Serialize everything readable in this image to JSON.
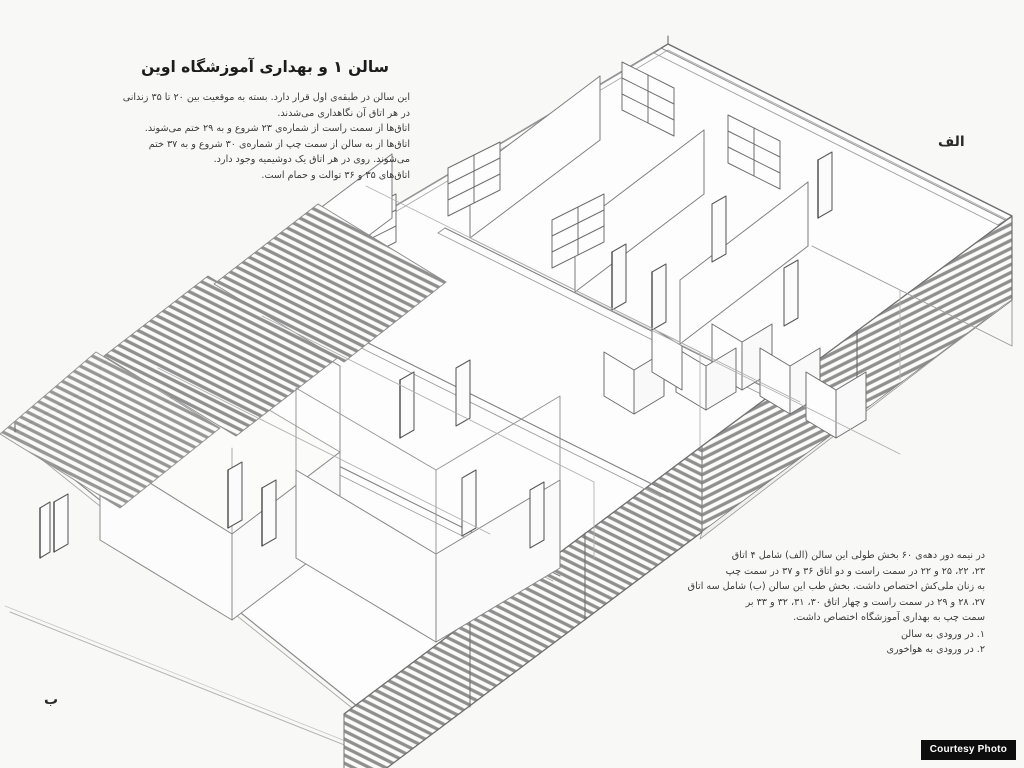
{
  "document": {
    "title": "سالن ۱ و بهداری آموزشگاه اوین",
    "intro_lines": [
      "این سالن در طبقه‌ی اول قرار دارد. بسته به موقعیت بین ۲۰ تا ۳۵ زندانی",
      "در هر اتاق آن نگاهداری می‌شدند.",
      "اتاق‌ها از سمت راست از شماره‌ی ۲۳ شروع و به ۲۹ ختم می‌شوند.",
      "اتاق‌ها از به سالن از سمت چپ از شماره‌ی ۳۰ شروع و به ۳۷ ختم",
      "می‌شوند. روی در هر اتاق یک دوشیمیه وجود دارد.",
      "اتاق‌های ۳۵ و ۳۶ توالت و حمام است."
    ],
    "note_lines": [
      "در نیمه دور دهه‌ی ۶۰ بخش طولی این سالن (الف) شامل ۴ اتاق",
      "۲۳، ۲۲، ۲۵ و ۲۲ در سمت راست و دو اتاق ۳۶ و ۳۷ در سمت چپ",
      "به زنان ملی‌کش اختصاص داشت. بخش طب این سالن (ب) شامل سه اتاق",
      "۲۷، ۲۸ و ۲۹ در سمت راست و چهار اتاق ۳۰، ۳۱، ۳۲ و ۳۳ بر",
      "سمت چپ به بهداری آموزشگاه اختصاص داشت."
    ],
    "legend_items": [
      "۱. در ورودی به سالن",
      "۲. در ورودی به هواخوری"
    ],
    "corner_label_a": "الف",
    "corner_label_b": "ب"
  },
  "watermark": {
    "text": "Courtesy Photo"
  },
  "drawing": {
    "type": "isometric-architectural-plan",
    "description": "Isometric cutaway line drawing of a single-storey prison hall with rooms, doorways, bunk shelving units and louvered ventilation walls.",
    "line_color": "#777777",
    "accent_line_color": "#3d3d3d",
    "background_color": "#f8f8f7"
  }
}
